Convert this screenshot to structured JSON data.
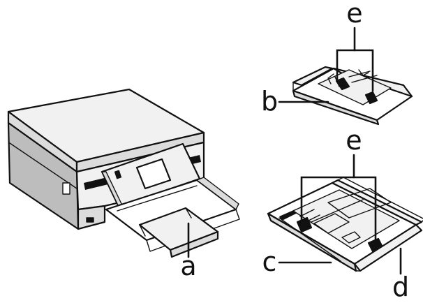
{
  "callouts": {
    "a": "a",
    "b": "b",
    "c": "c",
    "d": "d",
    "e_top": "e",
    "e_bottom": "e"
  }
}
